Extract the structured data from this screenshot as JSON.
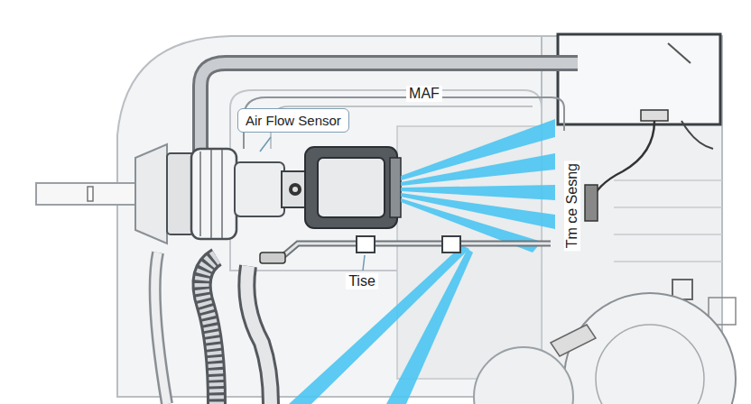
{
  "diagram": {
    "nodes": [
      {
        "text": [
          "Air Flow Sensor"
        ]
      }
    ],
    "labels": [
      "MAF",
      "Tise",
      "Tm ce Sesng"
    ]
  }
}
